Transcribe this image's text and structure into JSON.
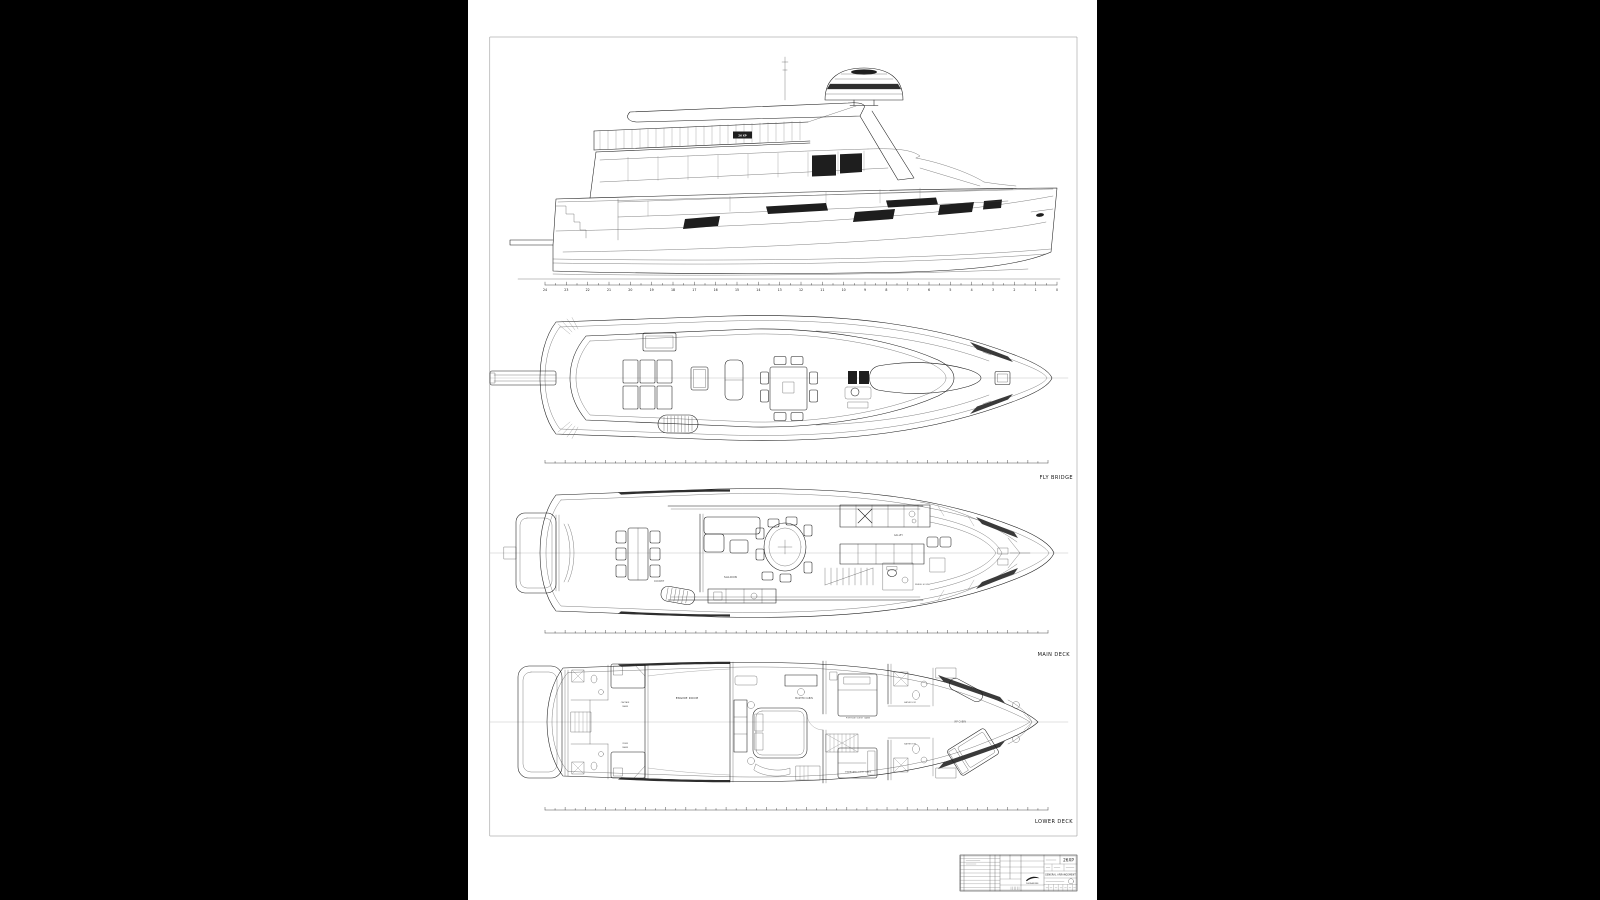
{
  "page": {
    "bg": "#ffffff",
    "canvas_bg": "#000000",
    "ink": "#1b1b1b"
  },
  "profile": {
    "arch_badge": "26 XP",
    "scale_numbers": [
      "24",
      "23",
      "22",
      "21",
      "20",
      "19",
      "18",
      "17",
      "16",
      "15",
      "14",
      "13",
      "12",
      "11",
      "10",
      "9",
      "8",
      "7",
      "6",
      "5",
      "4",
      "3",
      "2",
      "1",
      "0"
    ]
  },
  "decks": {
    "fly_bridge": {
      "caption": "FLY BRIDGE"
    },
    "main_deck": {
      "caption": "MAIN DECK",
      "rooms": {
        "cockpit": "COCKPIT",
        "saloon": "SALOON",
        "galley": "GALLEY",
        "wheel_house": "WHEEL HOUSE"
      }
    },
    "lower_deck": {
      "caption": "LOWER DECK",
      "rooms": {
        "engine_room": "ENGINE ROOM",
        "captain_line1": "CAPTAIN",
        "captain_line2": "CABIN",
        "crew_line1": "CREW",
        "crew_line2": "CABIN",
        "master_cabin": "MASTER CABIN",
        "portside_guest": "PORTSIDE GUEST CABIN",
        "starboard_guest": "STARBOARD GUEST CABIN",
        "vip_cabin": "VIP CABIN",
        "bathroom_port": "BATHROOM",
        "bathroom_stbd": "BATHROOM"
      }
    }
  },
  "title_block": {
    "model": "26XP",
    "drawing_title": "GENERAL ARRANGEMENT",
    "brand": "NUMARINE"
  }
}
